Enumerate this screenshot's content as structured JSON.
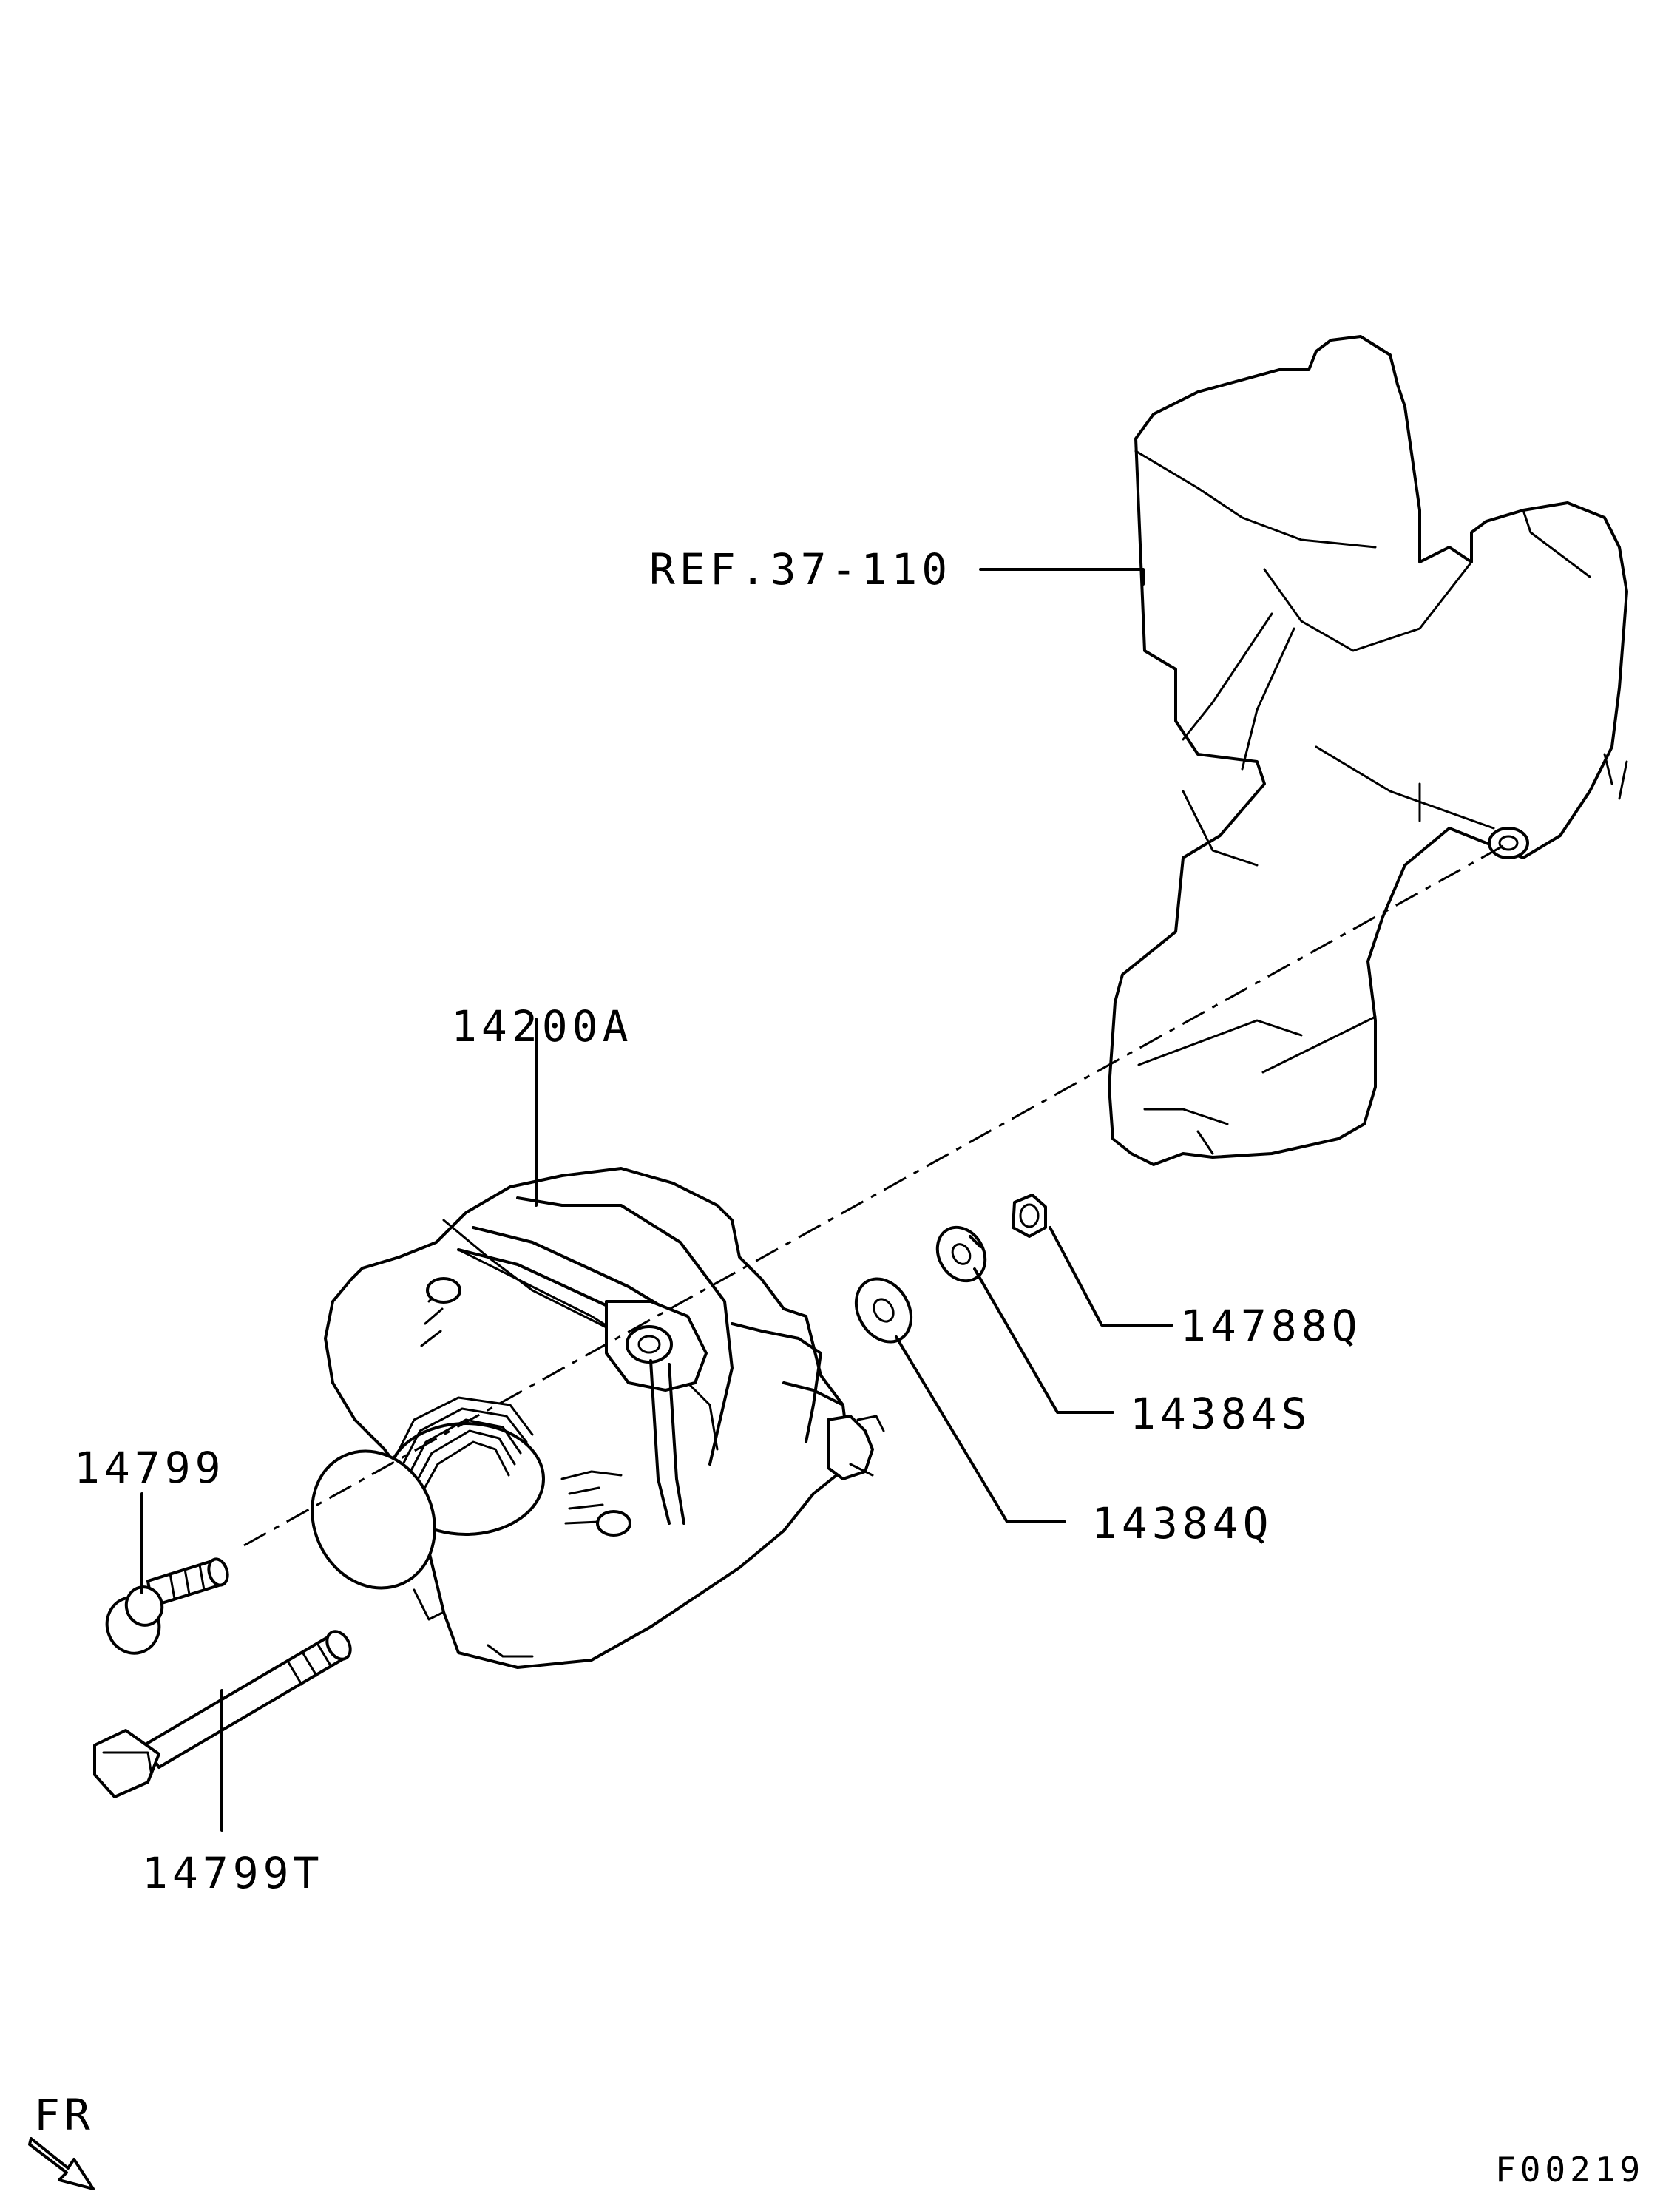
{
  "labels": {
    "ref": "REF.37-110",
    "alternator": "14200A",
    "nut": "14788Q",
    "spring_washer": "14384S",
    "washer": "14384Q",
    "bolt_short": "14799",
    "bolt_long": "14799T",
    "front": "FR",
    "figure_code": "F00219"
  }
}
